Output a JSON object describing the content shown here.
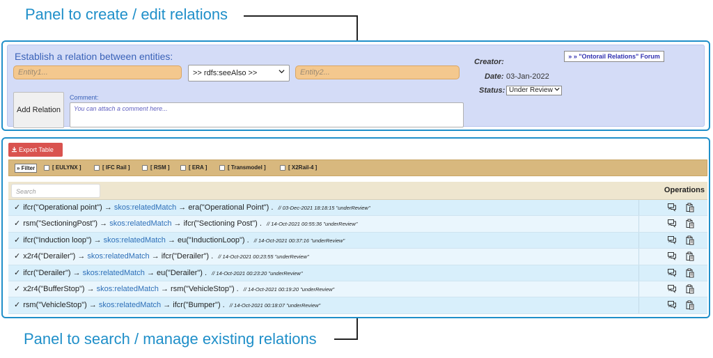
{
  "callouts": {
    "top": "Panel to create / edit relations",
    "bottom": "Panel to search / manage existing relations"
  },
  "create_panel": {
    "title": "Establish a relation between entities:",
    "entity1_placeholder": "Entity1...",
    "relation_select": ">> rdfs:seeAlso >>",
    "entity2_placeholder": "Entity2...",
    "add_button": "Add Relation",
    "comment_label": "Comment:",
    "comment_placeholder": "You can attach a comment here...",
    "creator_label": "Creator:",
    "creator_value": "",
    "date_label": "Date:",
    "date_value": "03-Jan-2022",
    "status_label": "Status:",
    "status_value": "Under Review",
    "forum_button": "» »  \"Ontorail Relations\" Forum"
  },
  "manage_panel": {
    "export_button": "Export Table",
    "filter_button": "» Filter",
    "filters": [
      "[ EULYNX ]",
      "[ IFC Rail ]",
      "[ RSM ]",
      "[ ERA ]",
      "[ Transmodel ]",
      "[ X2Rail-4 ]"
    ],
    "search_placeholder": "Search",
    "operations_header": "Operations",
    "rows": [
      {
        "subject": "ifcr(\"Operational point\")",
        "predicate": "skos:relatedMatch",
        "object": "era(\"Operational Point\") .",
        "meta": "// 03-Dec-2021 18:18:15 \"underReview\""
      },
      {
        "subject": "rsm(\"SectioningPost\")",
        "predicate": "skos:relatedMatch",
        "object": "ifcr(\"Sectioning Post\") .",
        "meta": "// 14-Oct-2021 00:55:36 \"underReview\""
      },
      {
        "subject": "ifcr(\"Induction loop\")",
        "predicate": "skos:relatedMatch",
        "object": "eu(\"InductionLoop\") .",
        "meta": "// 14-Oct-2021 00:37:16 \"underReview\""
      },
      {
        "subject": "x2r4(\"Derailer\")",
        "predicate": "skos:relatedMatch",
        "object": "ifcr(\"Derailer\") .",
        "meta": "// 14-Oct-2021 00:23:55 \"underReview\""
      },
      {
        "subject": "ifcr(\"Derailer\")",
        "predicate": "skos:relatedMatch",
        "object": "eu(\"Derailer\") .",
        "meta": "// 14-Oct-2021 00:23:20 \"underReview\""
      },
      {
        "subject": "x2r4(\"BufferStop\")",
        "predicate": "skos:relatedMatch",
        "object": "rsm(\"VehicleStop\") .",
        "meta": "// 14-Oct-2021 00:19:20 \"underReview\""
      },
      {
        "subject": "rsm(\"VehicleStop\")",
        "predicate": "skos:relatedMatch",
        "object": "ifcr(\"Bumper\") .",
        "meta": "// 14-Oct-2021 00:18:07 \"underReview\""
      }
    ]
  },
  "icons": {
    "check": "✓",
    "arrow": "→",
    "comment": "comment-icon",
    "clipboard": "clipboard-icon",
    "download": "download-icon",
    "chevron": "chevron-down-icon"
  },
  "colors": {
    "accent": "#1f8fc9",
    "predicate": "#2d6fb8",
    "export": "#d9534f",
    "entity_input": "#f4c88e",
    "filter_bar": "#d8b87e"
  }
}
